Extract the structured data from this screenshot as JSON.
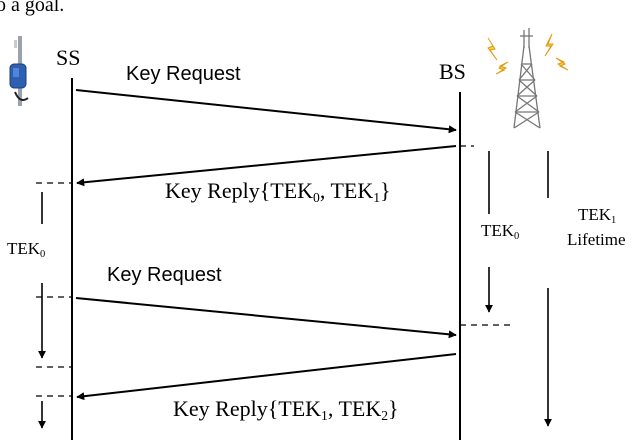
{
  "caption_fragment": "o a goal.",
  "entities": {
    "ss": {
      "label": "SS"
    },
    "bs": {
      "label": "BS"
    }
  },
  "icons": {
    "subscriber_station": "antenna-device-icon",
    "base_station": "radio-tower-icon"
  },
  "messages": [
    {
      "text": "Key Request"
    },
    {
      "prefix": "Key Reply{TEK",
      "s1": "0",
      "mid": ", TEK",
      "s2": "1",
      "suffix": "}"
    },
    {
      "text": "Key Request"
    },
    {
      "prefix": "Key Reply{TEK",
      "s1": "1",
      "mid": ", TEK",
      "s2": "2",
      "suffix": "}"
    }
  ],
  "intervals": {
    "ss_tek": {
      "base": "TEK",
      "sub": "0"
    },
    "bs_tek": {
      "base": "TEK",
      "sub": "0"
    },
    "bs_tek1": {
      "base": "TEK",
      "sub": "1",
      "line2": "Lifetime"
    }
  },
  "colors": {
    "line": "#000000",
    "tower": "#777777",
    "bolt_fill": "#f8cf3a",
    "bolt_stroke": "#e09a12",
    "device_body": "#2f5fb0",
    "device_pole": "#9aa3ad"
  }
}
